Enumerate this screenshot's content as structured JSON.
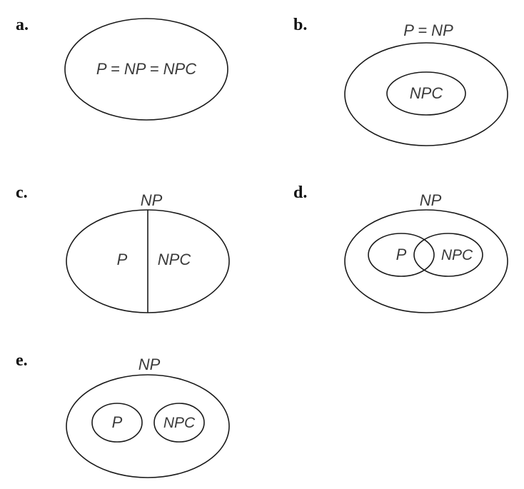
{
  "panels": [
    {
      "id": "a",
      "label": "a.",
      "outer_label": "",
      "inner_text": "P = NP = NPC"
    },
    {
      "id": "b",
      "label": "b.",
      "outer_label": "P = NP",
      "inner": [
        "NPC"
      ]
    },
    {
      "id": "c",
      "label": "c.",
      "outer_label": "NP",
      "inner": [
        "P",
        "NPC"
      ]
    },
    {
      "id": "d",
      "label": "d.",
      "outer_label": "NP",
      "inner": [
        "P",
        "NPC"
      ]
    },
    {
      "id": "e",
      "label": "e.",
      "outer_label": "NP",
      "inner": [
        "P",
        "NPC"
      ]
    }
  ]
}
